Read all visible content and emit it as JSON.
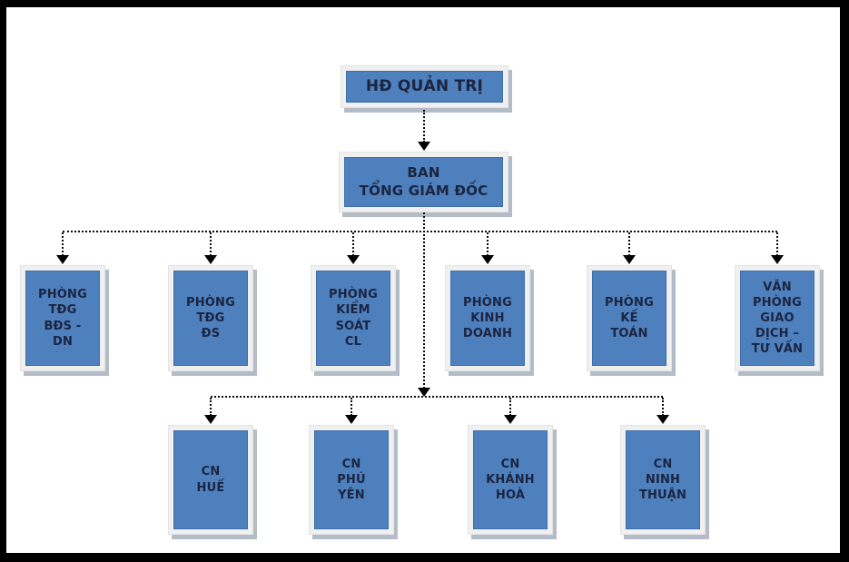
{
  "diagram": {
    "type": "org-chart",
    "palette": {
      "box_fill": "#4e80bd",
      "box_border": "#3e6da8",
      "box_text": "#1b2440",
      "frame_fill": "#f0f0f1",
      "shadow": "#b4bcc7",
      "connector": "#0a0a0a",
      "page_border": "#000000",
      "background": "#ffffff"
    },
    "nodes": [
      {
        "id": "hd-quan-tri",
        "level": 1,
        "label": "HĐ QUẢN TRỊ"
      },
      {
        "id": "ban-tong-giam-doc",
        "level": 2,
        "label": "BAN\nTỔNG GIÁM ĐỐC"
      },
      {
        "id": "phong-tdg-bds-dn",
        "level": 3,
        "label": "PHÒNG\nTĐG\nBĐS -\nDN"
      },
      {
        "id": "phong-tdg-ds",
        "level": 3,
        "label": "PHÒNG\nTĐG\nĐS"
      },
      {
        "id": "phong-kiem-soat-cl",
        "level": 3,
        "label": "PHÒNG\nKIỂM\nSOÁT\nCL"
      },
      {
        "id": "phong-kinh-doanh",
        "level": 3,
        "label": "PHÒNG\nKINH\nDOANH"
      },
      {
        "id": "phong-ke-toan",
        "level": 3,
        "label": "PHÒNG\nKẾ\nTOÁN"
      },
      {
        "id": "van-phong-giao-dich-tu-van",
        "level": 3,
        "label": "VĂN\nPHÒNG\nGIAO\nDỊCH –\nTƯ VẤN"
      },
      {
        "id": "cn-hue",
        "level": 4,
        "label": "CN\nHUẾ"
      },
      {
        "id": "cn-phu-yen",
        "level": 4,
        "label": "CN\nPHÚ\nYÊN"
      },
      {
        "id": "cn-khanh-hoa",
        "level": 4,
        "label": "CN\nKHÁNH\nHOÀ"
      },
      {
        "id": "cn-ninh-thuan",
        "level": 4,
        "label": "CN\nNINH\nTHUẬN"
      }
    ],
    "edges": [
      [
        "hd-quan-tri",
        "ban-tong-giam-doc"
      ],
      [
        "ban-tong-giam-doc",
        "phong-tdg-bds-dn"
      ],
      [
        "ban-tong-giam-doc",
        "phong-tdg-ds"
      ],
      [
        "ban-tong-giam-doc",
        "phong-kiem-soat-cl"
      ],
      [
        "ban-tong-giam-doc",
        "phong-kinh-doanh"
      ],
      [
        "ban-tong-giam-doc",
        "phong-ke-toan"
      ],
      [
        "ban-tong-giam-doc",
        "van-phong-giao-dich-tu-van"
      ],
      [
        "ban-tong-giam-doc",
        "cn-hue"
      ],
      [
        "ban-tong-giam-doc",
        "cn-phu-yen"
      ],
      [
        "ban-tong-giam-doc",
        "cn-khanh-hoa"
      ],
      [
        "ban-tong-giam-doc",
        "cn-ninh-thuan"
      ]
    ]
  }
}
